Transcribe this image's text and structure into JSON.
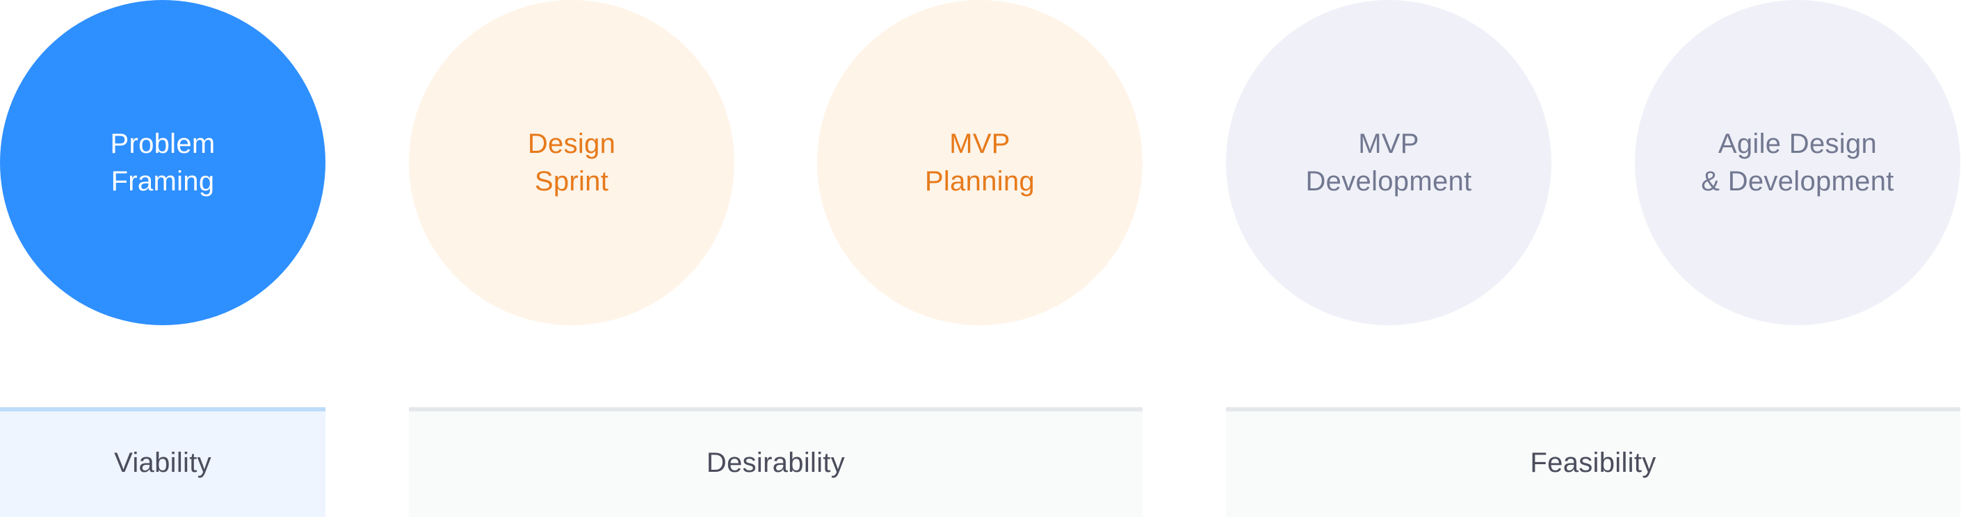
{
  "steps": [
    {
      "label": "Problem\nFraming",
      "state": "active",
      "fill": "#2e8fff",
      "text_color": "#ffffff"
    },
    {
      "label": "Design\nSprint",
      "state": "desirability",
      "fill": "#fff4e8",
      "text_color": "#e67a1b"
    },
    {
      "label": "MVP\nPlanning",
      "state": "desirability",
      "fill": "#fff4e8",
      "text_color": "#e67a1b"
    },
    {
      "label": "MVP\nDevelopment",
      "state": "feasibility",
      "fill": "#f0f1f8",
      "text_color": "#727891"
    },
    {
      "label": "Agile Design\n& Development",
      "state": "feasibility",
      "fill": "#f0f1f8",
      "text_color": "#727891"
    }
  ],
  "phases": [
    {
      "label": "Viability",
      "fill": "#eef5ff",
      "border": "#bcdcf9",
      "text_color": "#4b4d5c"
    },
    {
      "label": "Desirability",
      "fill": "#f9fafa",
      "border": "#e4e8ea",
      "text_color": "#4b4d5c"
    },
    {
      "label": "Feasibility",
      "fill": "#f9fafa",
      "border": "#e4e8ea",
      "text_color": "#4b4d5c"
    }
  ]
}
